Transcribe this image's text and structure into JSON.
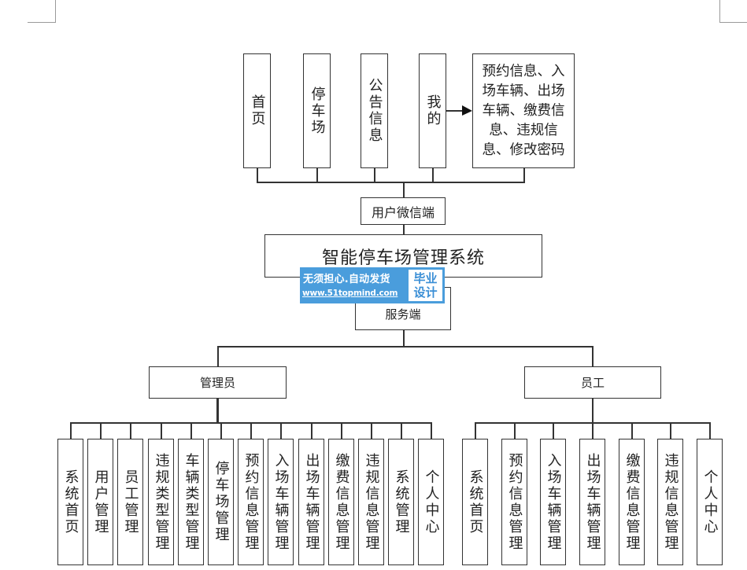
{
  "diagram": {
    "title": "智能停车场管理系统",
    "user_client": {
      "label": "用户微信端",
      "modules": [
        {
          "label": "首页"
        },
        {
          "label": "停车场"
        },
        {
          "label": "公告信息"
        },
        {
          "label": "我的"
        }
      ],
      "my_details": "预约信息、入场车辆、出场车辆、缴费信息、违规信息、修改密码"
    },
    "server": {
      "label": "服务端",
      "roles": [
        {
          "label": "管理员",
          "modules": [
            "系统首页",
            "用户管理",
            "员工管理",
            "违规类型管理",
            "车辆类型管理",
            "停车场管理",
            "预约信息管理",
            "入场车辆管理",
            "出场车辆管理",
            "缴费信息管理",
            "违规信息管理",
            "系统管理",
            "个人中心"
          ]
        },
        {
          "label": "员工",
          "modules": [
            "系统首页",
            "预约信息管理",
            "入场车辆管理",
            "出场车辆管理",
            "缴费信息管理",
            "违规信息管理",
            "个人中心"
          ]
        }
      ]
    }
  },
  "watermark": {
    "slogan": "无须担心.自动发货",
    "url": "www.51topmind.com",
    "badge_line1": "毕业",
    "badge_line2": "设计",
    "color": "#4a9ddc"
  }
}
